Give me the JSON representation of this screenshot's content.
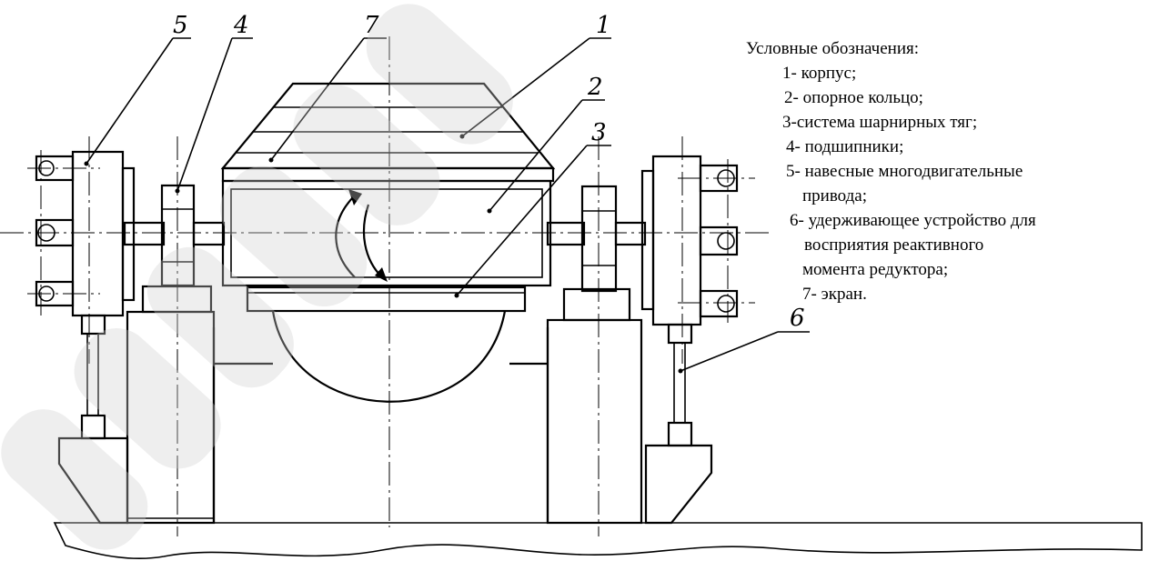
{
  "callouts": [
    "5",
    "4",
    "7",
    "1",
    "2",
    "3",
    "6"
  ],
  "legend": {
    "title": "Условные обозначения:",
    "items": [
      "1- корпус;",
      "2- опорное кольцо;",
      "3-система шарнирных тяг;",
      "4- подшипники;",
      "5- навесные многодвигательные",
      "привода;",
      "6- удерживающее устройство для",
      "восприятия реактивного",
      "момента редуктора;",
      "7- экран."
    ]
  },
  "colors": {
    "ink": "#000000",
    "paper": "#ffffff",
    "watermark": "#cfcfcf"
  }
}
